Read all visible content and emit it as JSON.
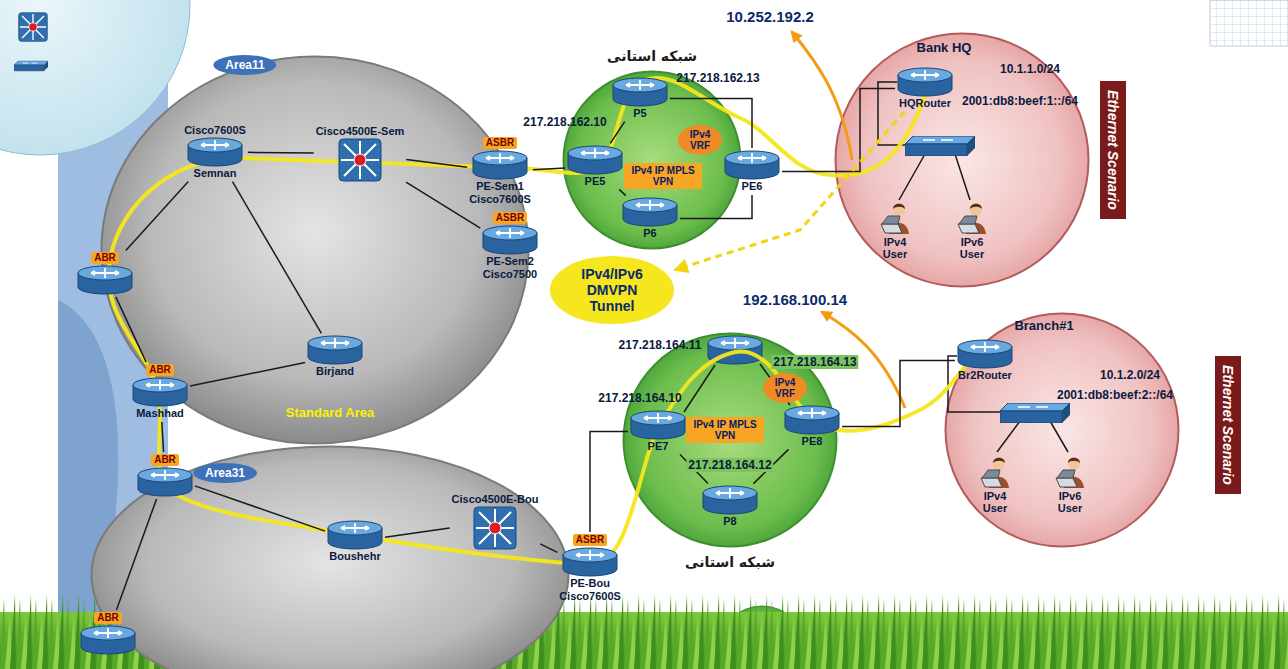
{
  "diagram": {
    "nodes": [
      {
        "text": [
          "Area11",
          "Standard Area"
        ]
      },
      {
        "text": [
          "Cisco7600S",
          "Semnan"
        ],
        "in": 0
      },
      {
        "text": [
          "Cisco4500E-Sem"
        ],
        "in": 0
      },
      {
        "text": [
          "Birjand"
        ],
        "in": 0
      },
      {
        "text": [
          "ASBR",
          "PE-Sem1",
          "Cisco7600S"
        ]
      },
      {
        "text": [
          "ASBR",
          "PE-Sem2",
          "Cisco7500"
        ]
      },
      {
        "text": [
          "ABR"
        ]
      },
      {
        "text": [
          "ABR",
          "Mashhad"
        ]
      },
      {
        "text": [
          "Area31"
        ]
      },
      {
        "text": [
          "ABR"
        ],
        "in": 8
      },
      {
        "text": [
          "Boushehr"
        ],
        "in": 8
      },
      {
        "text": [
          "Cisco4500E-Bou"
        ],
        "in": 8
      },
      {
        "text": [
          "ASBR",
          "PE-Bou",
          "Cisco7600S"
        ]
      },
      {
        "text": [
          "ABR"
        ]
      },
      {
        "text": [
          "شبکه استانی"
        ]
      },
      {
        "text": [
          "P5"
        ],
        "in": 14
      },
      {
        "text": [
          "PE5"
        ],
        "in": 14
      },
      {
        "text": [
          "PE6"
        ],
        "in": 14
      },
      {
        "text": [
          "IPv4 VRF"
        ],
        "in": 14
      },
      {
        "text": [
          "IPv4 IP MPLS VPN"
        ],
        "in": 14
      },
      {
        "text": [
          "P6"
        ],
        "in": 14
      },
      {
        "text": [
          "Bank HQ"
        ]
      },
      {
        "text": [
          "HQRouter"
        ],
        "in": 21
      },
      {
        "text": [
          "IPv4 User"
        ],
        "in": 21
      },
      {
        "text": [
          "IPv6 User"
        ],
        "in": 21
      },
      {
        "text": [
          "Ethernet Scenario"
        ]
      },
      {
        "text": [
          "IPv4/IPv6 DMVPN Tunnel"
        ]
      },
      {
        "text": [
          "شبکه استانی"
        ]
      },
      {
        "text": [
          "PE7"
        ],
        "in": 27
      },
      {
        "text": [
          "PE8"
        ],
        "in": 27
      },
      {
        "text": [
          "IPv4 VRF"
        ],
        "in": 27
      },
      {
        "text": [
          "IPv4 IP MPLS VPN"
        ],
        "in": 27
      },
      {
        "text": [
          "P8"
        ],
        "in": 27
      },
      {
        "text": [
          "Branch#1"
        ]
      },
      {
        "text": [
          "Br2Router"
        ],
        "in": 33
      },
      {
        "text": [
          "IPv4 User"
        ],
        "in": 33
      },
      {
        "text": [
          "IPv6 User"
        ],
        "in": 33
      },
      {
        "text": [
          "Ethernet Scenario"
        ]
      }
    ],
    "edges": [
      {
        "from": 1,
        "to": 2,
        "arrow": "none"
      },
      {
        "from": 2,
        "to": 4,
        "arrow": "none"
      },
      {
        "from": 2,
        "to": 5,
        "arrow": "none"
      },
      {
        "from": 1,
        "to": 6,
        "arrow": "none"
      },
      {
        "from": 1,
        "to": 3,
        "arrow": "none"
      },
      {
        "from": 6,
        "to": 7,
        "arrow": "none"
      },
      {
        "from": 7,
        "to": 3,
        "arrow": "none"
      },
      {
        "from": 7,
        "to": 9,
        "arrow": "none"
      },
      {
        "from": 9,
        "to": 10,
        "arrow": "none"
      },
      {
        "from": 10,
        "to": 11,
        "arrow": "none"
      },
      {
        "from": 11,
        "to": 12,
        "arrow": "none"
      },
      {
        "from": 9,
        "to": 13,
        "arrow": "none"
      },
      {
        "from": 4,
        "to": 16,
        "arrow": "none"
      },
      {
        "from": 15,
        "to": 16,
        "arrow": "none"
      },
      {
        "from": 15,
        "to": 17,
        "arrow": "none"
      },
      {
        "from": 16,
        "to": 20,
        "arrow": "none"
      },
      {
        "from": 17,
        "to": 20,
        "arrow": "none"
      },
      {
        "from": 17,
        "to": 22,
        "arrow": "none"
      },
      {
        "from": 22,
        "to": 26,
        "arrow": "to"
      },
      {
        "from": 12,
        "to": 28,
        "arrow": "none"
      },
      {
        "from": 28,
        "to": 32,
        "arrow": "none"
      },
      {
        "from": 29,
        "to": 32,
        "arrow": "none"
      },
      {
        "from": 29,
        "to": 34,
        "arrow": "none"
      }
    ],
    "labels": [
      "217.218.162.10",
      "217.218.162.13",
      "10.252.192.2",
      "10.1.1.0/24",
      "2001:db8:beef:1::/64",
      "192.168.100.14",
      "217.218.164.11",
      "217.218.164.13",
      "217.218.164.10",
      "217.218.164.12",
      "10.1.2.0/24",
      "2001:db8:beef:2::/64"
    ]
  }
}
